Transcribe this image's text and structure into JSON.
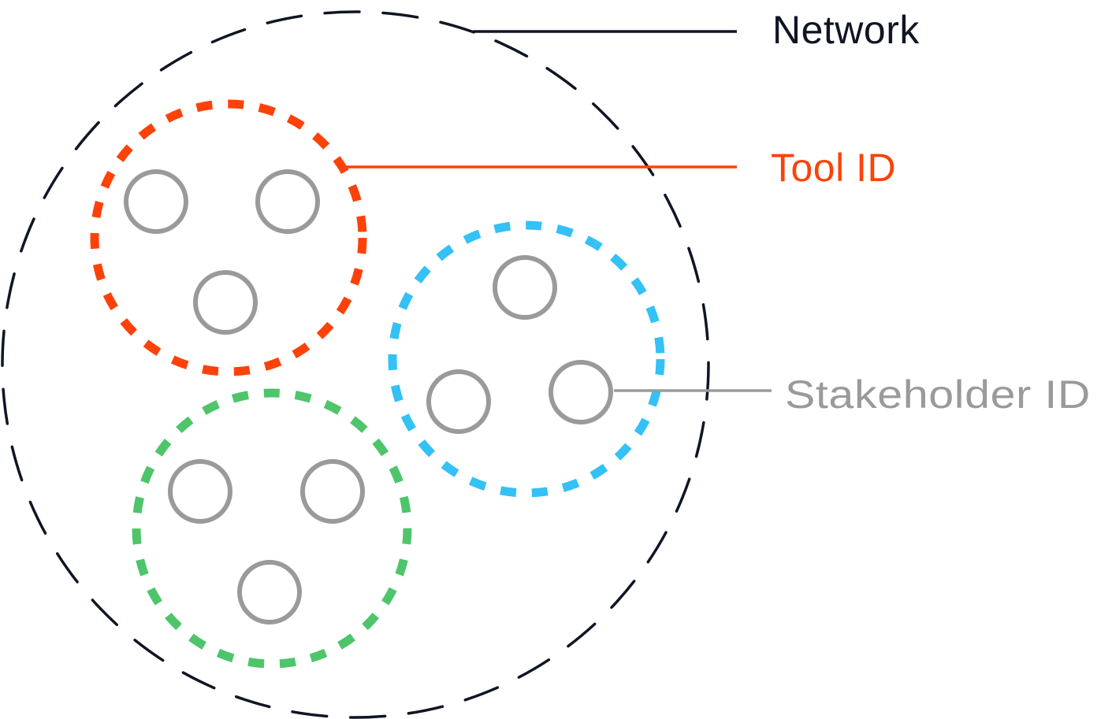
{
  "labels": {
    "network": "Network",
    "tool_id": "Tool ID",
    "stakeholder_id": "Stakeholder ID"
  },
  "colors": {
    "network": "#0f1523",
    "tool_id": "#fd4209",
    "tool_group_red": "#fd4209",
    "tool_group_blue": "#33c1f6",
    "tool_group_green": "#4ec56a",
    "stakeholder": "#9a9a9a",
    "stakeholder_label": "#9a9a9a"
  },
  "groups": [
    {
      "name": "tool-group-red",
      "color_key": "tool_group_red",
      "stakeholder_count": 3
    },
    {
      "name": "tool-group-blue",
      "color_key": "tool_group_blue",
      "stakeholder_count": 3
    },
    {
      "name": "tool-group-green",
      "color_key": "tool_group_green",
      "stakeholder_count": 3
    }
  ]
}
